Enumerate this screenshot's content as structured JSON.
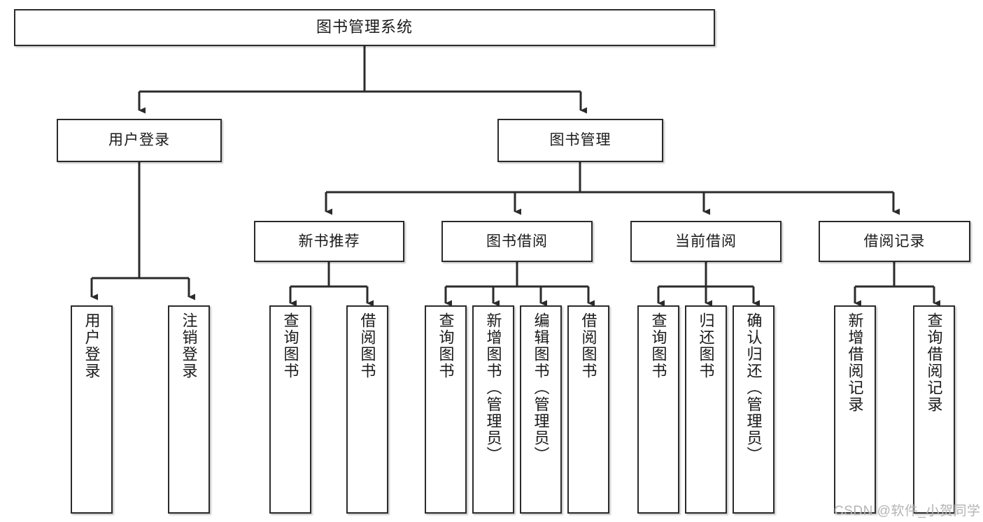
{
  "diagram": {
    "title": "图书管理系统",
    "type": "hierarchy-tree",
    "background_color": "#ffffff",
    "line_color": "#2b2b2b",
    "box_fill": "#ffffff",
    "text_color": "#1a1a1a"
  },
  "root": {
    "label": "图书管理系统"
  },
  "level2": [
    {
      "label": "用户登录"
    },
    {
      "label": "图书管理"
    }
  ],
  "level3": [
    {
      "label": "新书推荐"
    },
    {
      "label": "图书借阅"
    },
    {
      "label": "当前借阅"
    },
    {
      "label": "借阅记录"
    }
  ],
  "leaves": {
    "user_login": [
      {
        "label": "用户登录"
      },
      {
        "label": "注销登录"
      }
    ],
    "new_book_recommend": [
      {
        "label": "查询图书"
      },
      {
        "label": "借阅图书"
      }
    ],
    "book_borrow": [
      {
        "label": "查询图书"
      },
      {
        "label": "新增图书（管理员）"
      },
      {
        "label": "编辑图书（管理员）"
      },
      {
        "label": "借阅图书"
      }
    ],
    "current_borrow": [
      {
        "label": "查询图书"
      },
      {
        "label": "归还图书"
      },
      {
        "label": "确认归还（管理员）"
      }
    ],
    "borrow_record": [
      {
        "label": "新增借阅记录"
      },
      {
        "label": "查询借阅记录"
      }
    ]
  },
  "watermark": {
    "text": "CSDN @软件_小贺同学",
    "color": "#b4b4b4"
  }
}
